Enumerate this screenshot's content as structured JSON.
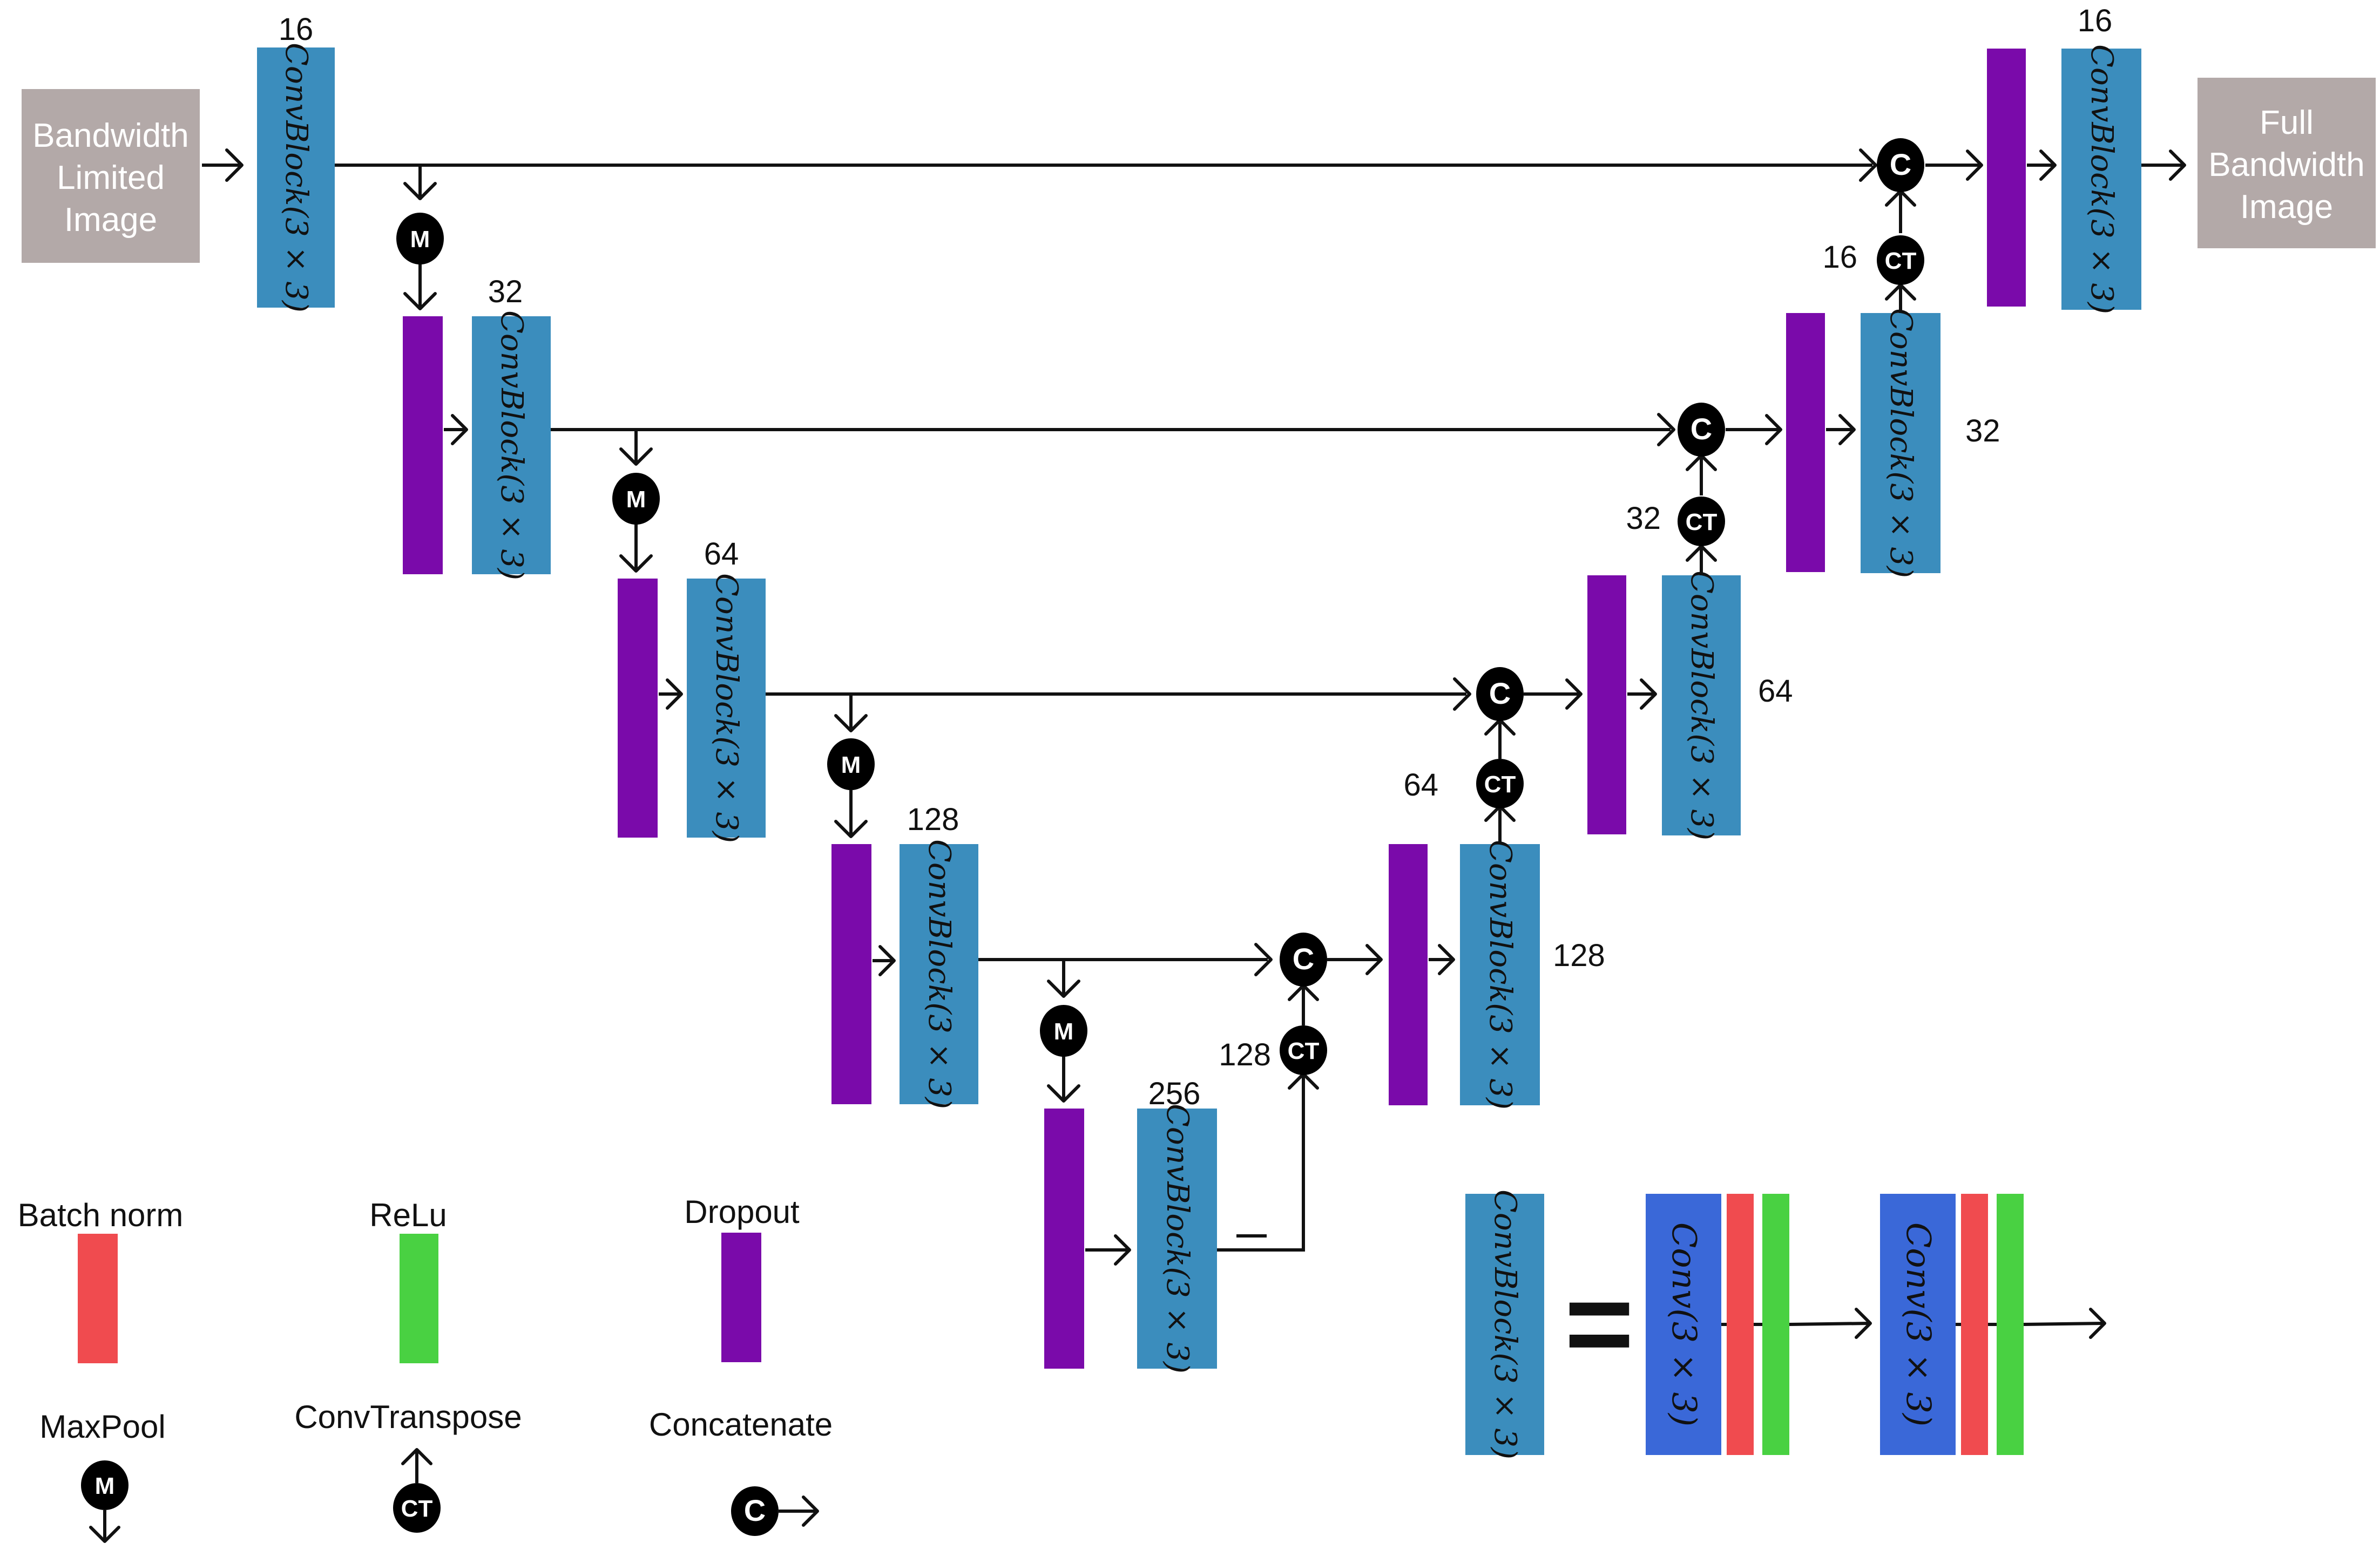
{
  "io": {
    "input_lines": [
      "Bandwidth",
      "Limited",
      "Image"
    ],
    "output_lines": [
      "Full",
      "Bandwidth",
      "Image"
    ]
  },
  "block_label": "ConvBlock(3 × 3)",
  "conv_label": "Conv(3 × 3)",
  "channels": {
    "enc1": "16",
    "enc2": "32",
    "enc3": "64",
    "enc4": "128",
    "bottleneck": "256",
    "dec4_ct": "128",
    "dec4": "128",
    "dec3_ct": "64",
    "dec3": "64",
    "dec2_ct": "32",
    "dec2": "32",
    "dec1_ct": "16",
    "dec1": "16"
  },
  "ops": {
    "maxpool": "M",
    "convtranspose": "CT",
    "concat": "C"
  },
  "legend": {
    "batch_norm": "Batch norm",
    "relu": "ReLu",
    "dropout": "Dropout",
    "maxpool": "MaxPool",
    "convtranspose": "ConvTranspose",
    "concatenate": "Concatenate"
  },
  "equals_sign": "=",
  "colors": {
    "io_box": "#b3a9a8",
    "conv_block": "#3b8dbd",
    "dropout": "#7a0aaa",
    "conv": "#3a68d8",
    "batch_norm": "#f04b4f",
    "relu": "#49d142",
    "operator": "#000000"
  }
}
